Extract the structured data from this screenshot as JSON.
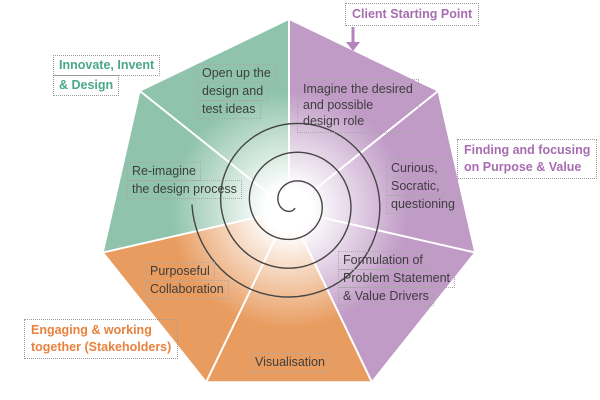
{
  "colors": {
    "green": "#8fc3ab",
    "purple": "#c09bc6",
    "orange": "#e89c60",
    "green_text": "#4ba78b",
    "purple_text": "#a76db0",
    "orange_text": "#e8823d",
    "segment_text": "#3e3e3e",
    "spiral": "#454545",
    "arrow": "#b284bb"
  },
  "callouts": {
    "client_starting_point": {
      "label": "Client Starting Point"
    },
    "innovate": {
      "lines": [
        "Innovate, Invent",
        "& Design"
      ]
    },
    "finding": {
      "lines": [
        "Finding and focusing",
        "on Purpose & Value"
      ]
    },
    "engaging": {
      "lines": [
        "Engaging & working",
        "together (Stakeholders)"
      ]
    }
  },
  "segments": [
    {
      "id": "imagine",
      "group": "purple",
      "lines": [
        "Imagine the desired",
        "and possible",
        "design role"
      ]
    },
    {
      "id": "curious",
      "group": "purple",
      "lines": [
        "Curious,",
        "Socratic,",
        "questioning"
      ]
    },
    {
      "id": "formulation",
      "group": "purple",
      "lines": [
        "Formulation of",
        "Problem Statement",
        "& Value Drivers"
      ]
    },
    {
      "id": "visualisation",
      "group": "orange",
      "lines": [
        "Visualisation"
      ]
    },
    {
      "id": "purposeful",
      "group": "orange",
      "lines": [
        "Purposeful",
        "Collaboration"
      ]
    },
    {
      "id": "reimagine",
      "group": "green",
      "lines": [
        "Re-imagine",
        "the design process"
      ]
    },
    {
      "id": "openup",
      "group": "green",
      "lines": [
        "Open up the",
        "design and",
        "test ideas"
      ]
    }
  ]
}
